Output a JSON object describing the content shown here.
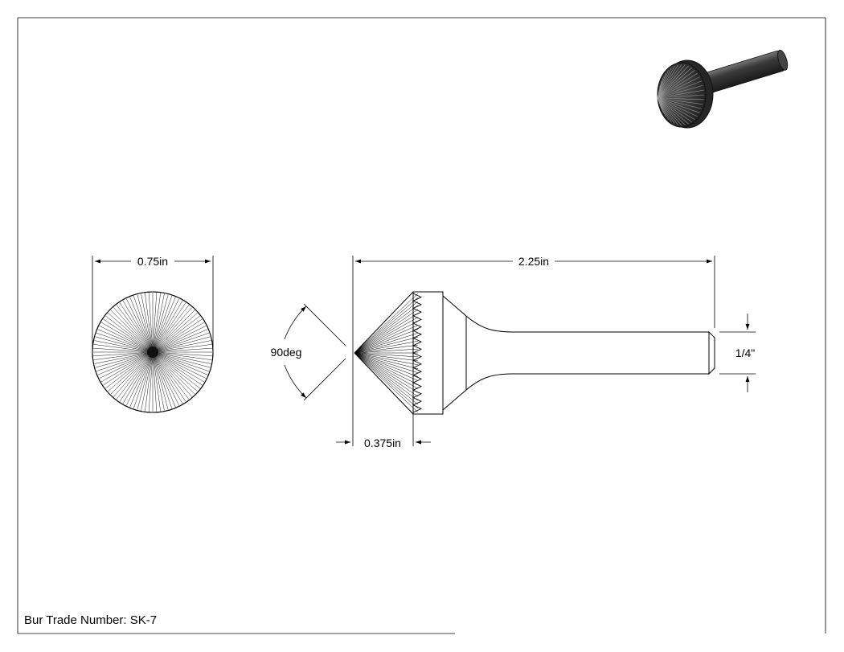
{
  "dimensions": {
    "end_view_diameter": "0.75in",
    "overall_length": "2.25in",
    "cone_angle": "90deg",
    "head_length": "0.375in",
    "shank_diameter": "1/4\""
  },
  "title_block": {
    "trade_number": "Bur Trade Number: SK-7"
  },
  "colors": {
    "line": "#000000",
    "shade_dark": "#2a2a2a",
    "shade_light": "#8a8a8a"
  }
}
